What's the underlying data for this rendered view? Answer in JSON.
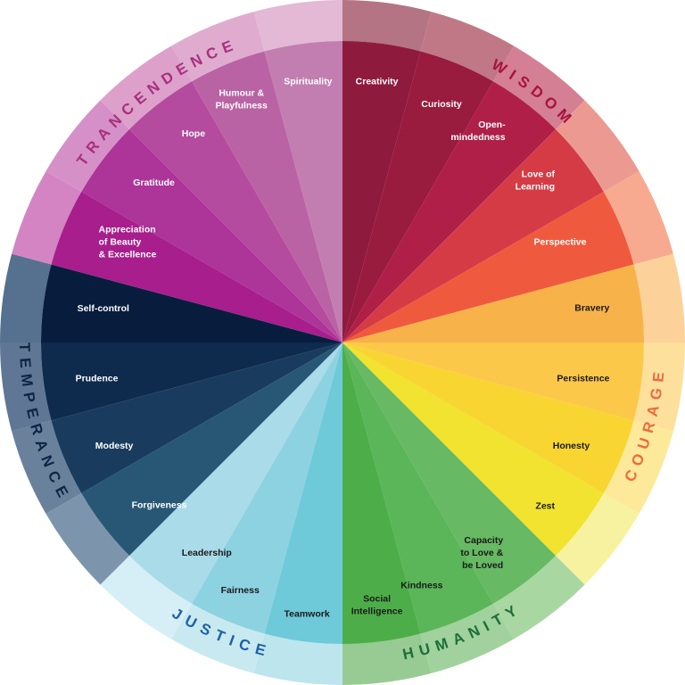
{
  "virtues": [
    {
      "label": "WISDOM",
      "ring_color": "#e8979a",
      "text_color": "#a8123e"
    },
    {
      "label": "COURAGE",
      "ring_color": "#fbdd8a",
      "text_color": "#ef6a3c"
    },
    {
      "label": "HUMANITY",
      "ring_color": "#9ccd98",
      "text_color": "#1b6f3a"
    },
    {
      "label": "JUSTICE",
      "ring_color": "#c5e6f1",
      "text_color": "#1b61a6"
    },
    {
      "label": "TEMPERANCE",
      "ring_color": "#5d7898",
      "text_color": "#0d2646"
    },
    {
      "label": "TRANCENDENCE",
      "ring_color": "#d797c6",
      "text_color": "#a8307e"
    }
  ],
  "strengths": [
    {
      "label": "Creativity",
      "color": "#8e1a3e",
      "ring_color": "#b47483",
      "text_color": "#ffffff"
    },
    {
      "label": "Curiosity",
      "color": "#991b3d",
      "ring_color": "#c07887",
      "text_color": "#ffffff"
    },
    {
      "label": "Open-|mindedness",
      "color": "#b01f47",
      "ring_color": "#d47f93",
      "text_color": "#ffffff"
    },
    {
      "label": "Love of|Learning",
      "color": "#d53b45",
      "ring_color": "#ec9a91",
      "text_color": "#ffffff"
    },
    {
      "label": "Perspective",
      "color": "#ef5a3e",
      "ring_color": "#f7aa8f",
      "text_color": "#ffffff"
    },
    {
      "label": "Bravery",
      "color": "#f8b24a",
      "ring_color": "#fdd29a",
      "text_color": "#1a1a1a"
    },
    {
      "label": "Persistence",
      "color": "#fcc84a",
      "ring_color": "#fde09c",
      "text_color": "#1a1a1a"
    },
    {
      "label": "Honesty",
      "color": "#f8d531",
      "ring_color": "#fde99a",
      "text_color": "#1a1a1a"
    },
    {
      "label": "Zest",
      "color": "#f1e32f",
      "ring_color": "#f7f2a0",
      "text_color": "#1a1a1a"
    },
    {
      "label": "Capacity|to Love &|be Loved",
      "color": "#67b963",
      "ring_color": "#a9d7a2",
      "text_color": "#1a1a1a"
    },
    {
      "label": "Kindness",
      "color": "#5ab658",
      "ring_color": "#a1d29d",
      "text_color": "#1a1a1a"
    },
    {
      "label": "Social|Intelligence",
      "color": "#4dae49",
      "ring_color": "#98cb93",
      "text_color": "#1a1a1a"
    },
    {
      "label": "Teamwork",
      "color": "#6ecad9",
      "ring_color": "#bde5ee",
      "text_color": "#1a1a1a"
    },
    {
      "label": "Fairness",
      "color": "#8dd2e1",
      "ring_color": "#c9e9f1",
      "text_color": "#1a1a1a"
    },
    {
      "label": "Leadership",
      "color": "#aadbe8",
      "ring_color": "#d6eef5",
      "text_color": "#1a1a1a"
    },
    {
      "label": "Forgiveness",
      "color": "#285776",
      "ring_color": "#7d95ac",
      "text_color": "#ffffff"
    },
    {
      "label": "Modesty",
      "color": "#193c5e",
      "ring_color": "#6a819b",
      "text_color": "#ffffff"
    },
    {
      "label": "Prudence",
      "color": "#0e2a4c",
      "ring_color": "#5f7794",
      "text_color": "#ffffff"
    },
    {
      "label": "Self-control",
      "color": "#081d3e",
      "ring_color": "#56708f",
      "text_color": "#ffffff"
    },
    {
      "label": "Appreciation|of Beauty|& Excellence",
      "color": "#a71e8c",
      "ring_color": "#d484c3",
      "text_color": "#ffffff"
    },
    {
      "label": "Gratitude",
      "color": "#ad3498",
      "ring_color": "#d690c8",
      "text_color": "#ffffff"
    },
    {
      "label": "Hope",
      "color": "#b54b9e",
      "ring_color": "#dca0cb",
      "text_color": "#ffffff"
    },
    {
      "label": "Humour &|Playfulness",
      "color": "#ba63a4",
      "ring_color": "#dfaccf",
      "text_color": "#ffffff"
    },
    {
      "label": "Spirituality",
      "color": "#c27eb0",
      "ring_color": "#e3b9d5",
      "text_color": "#ffffff"
    }
  ]
}
